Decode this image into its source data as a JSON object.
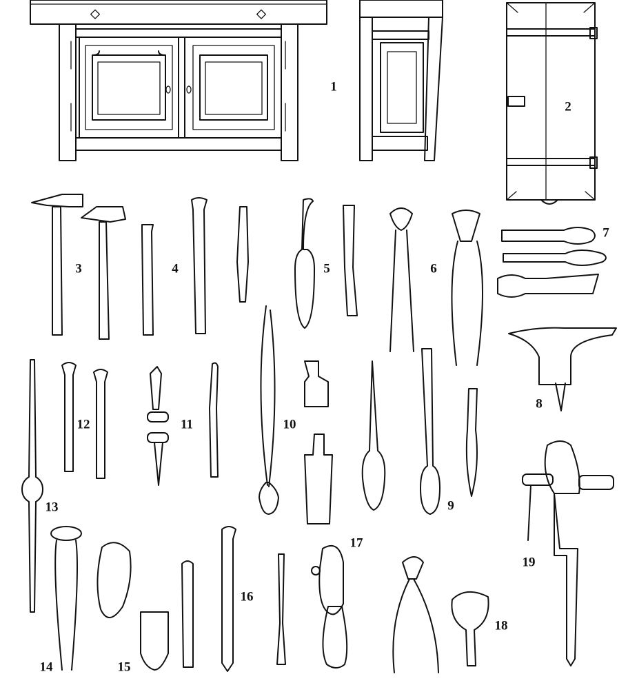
{
  "figure_numbers": {
    "n1": "1",
    "n2": "2",
    "n3": "3",
    "n4": "4",
    "n5": "5",
    "n6": "6",
    "n7": "7",
    "n8": "8",
    "n9": "9",
    "n10": "10",
    "n11": "11",
    "n12": "12",
    "n13": "13",
    "n14": "14",
    "n15": "15",
    "n16": "16",
    "n17": "17",
    "n18": "18",
    "n19": "19"
  }
}
